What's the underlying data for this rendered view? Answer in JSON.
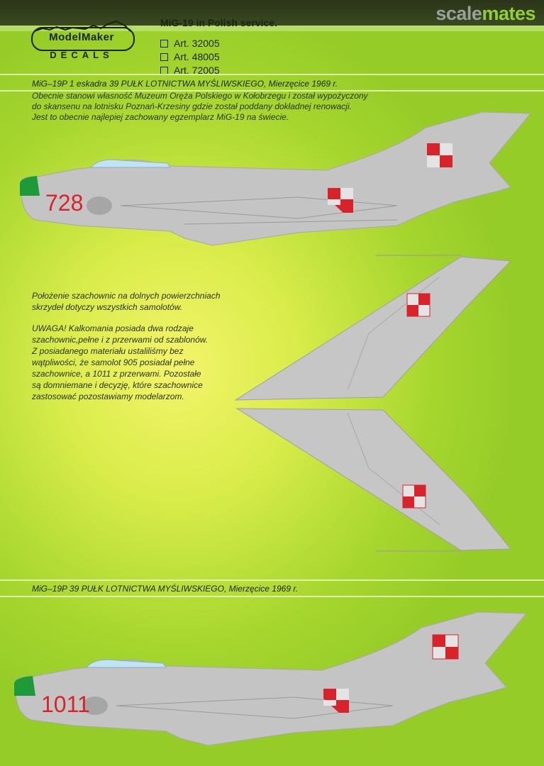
{
  "header": {
    "brand_part1": "scale",
    "brand_part2": "mates",
    "logo_line1": "ModelMaker",
    "logo_line2": "DECALS",
    "title": "MiG-19 in Polish service.",
    "articles": [
      "Art. 32005",
      "Art. 48005",
      "Art. 72005"
    ]
  },
  "section1": {
    "heading": "MiG–19P 1 eskadra 39 PUŁK LOTNICTWA MYŚLIWSKIEGO, Mierzęcice 1969 r.",
    "lines": [
      "Obecnie stanowi własność Muzeum Oręża Polskiego w Kołobrzegu i został wypożyczony",
      "do   skansenu na lotnisku Poznań-Krzesiny gdzie został poddany dokładnej renowacji.",
      "Jest to obecnie najlepiej zachowany egzemplarz MiG-19 na świecie."
    ],
    "aircraft_number": "728"
  },
  "wing_note": {
    "para1": [
      "Położenie szachownic na dolnych powierzchniach",
      "skrzydeł dotyczy wszystkich samolotów."
    ],
    "para2": [
      "UWAGA! Kalkomania posiada dwa rodzaje",
      " szachownic,pełne i z przerwami od szablonów.",
      "Z posiadanego materiału ustaliliśmy bez",
      "wątpliwości, że samolot 905 posiadał pełne",
      "szachownice, a 1011 z przerwami. Pozostałe",
      "są domniemane i decyzję, które szachownice",
      "zastosować pozostawiamy modelarzom."
    ]
  },
  "section2": {
    "heading": "MiG–19P 39 PUŁK LOTNICTWA MYŚLIWSKIEGO, Mierzęcice 1969 r.",
    "aircraft_number": "1011"
  },
  "colors": {
    "airframe": "#c4c4c4",
    "nose": "#1e9a3a",
    "insignia_red": "#d8232a",
    "canopy": "#bfe4f6"
  }
}
